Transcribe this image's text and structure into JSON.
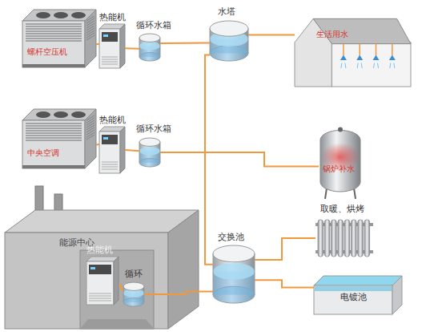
{
  "diagram": {
    "nodes": [
      {
        "text": [
          "螺杆空压机"
        ]
      },
      {
        "text": [
          "热能机"
        ]
      },
      {
        "text": [
          "循环水箱"
        ]
      },
      {
        "text": [
          "水塔"
        ]
      },
      {
        "text": [
          "生活用水"
        ]
      },
      {
        "text": [
          "中央空调"
        ]
      },
      {
        "text": [
          "热能机"
        ]
      },
      {
        "text": [
          "循环水箱"
        ]
      },
      {
        "text": [
          "锅炉补水"
        ]
      },
      {
        "text": [
          "能源中心"
        ]
      },
      {
        "text": [
          "热能机"
        ],
        "in": 9
      },
      {
        "text": [
          "循环"
        ],
        "in": 9
      },
      {
        "text": [
          "交换池"
        ]
      },
      {
        "text": [
          "取暖、烘烤"
        ]
      },
      {
        "text": [
          "电镀池"
        ]
      }
    ],
    "edges": [
      {
        "from": 0,
        "to": 1,
        "arrow": "none"
      },
      {
        "from": 1,
        "to": 2,
        "arrow": "none"
      },
      {
        "from": 2,
        "to": 3,
        "arrow": "none"
      },
      {
        "from": 3,
        "to": 4,
        "arrow": "none"
      },
      {
        "from": 5,
        "to": 6,
        "arrow": "none"
      },
      {
        "from": 6,
        "to": 7,
        "arrow": "none"
      },
      {
        "from": 7,
        "to": 8,
        "arrow": "none"
      },
      {
        "from": 3,
        "to": 12,
        "arrow": "none"
      },
      {
        "from": 10,
        "to": 11,
        "arrow": "none"
      },
      {
        "from": 11,
        "to": 12,
        "arrow": "none"
      },
      {
        "from": 12,
        "to": 13,
        "arrow": "none"
      },
      {
        "from": 12,
        "to": 14,
        "arrow": "none"
      }
    ]
  }
}
